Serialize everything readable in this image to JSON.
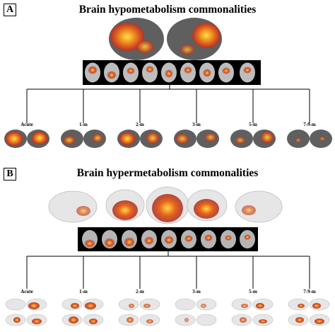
{
  "panel_a": {
    "letter": "A",
    "title": "Brain hypometabolism commonalities",
    "stages": [
      "Acute",
      "1-m",
      "2-m",
      "3-m",
      "5-m",
      "7-9-m"
    ]
  },
  "panel_b": {
    "letter": "B",
    "title": "Brain hypermetabolism commonalities",
    "stages": [
      "Acute",
      "1-m",
      "2-m",
      "3-m",
      "5-m",
      "7-9-m"
    ]
  },
  "colors": {
    "cortex_gray": "#5f5f5f",
    "cortex_white": "#e6e6e6",
    "heat_red": "#c8281e",
    "heat_orange": "#f08a1e",
    "heat_yellow": "#ffe14a",
    "scan_background": "#000000"
  }
}
